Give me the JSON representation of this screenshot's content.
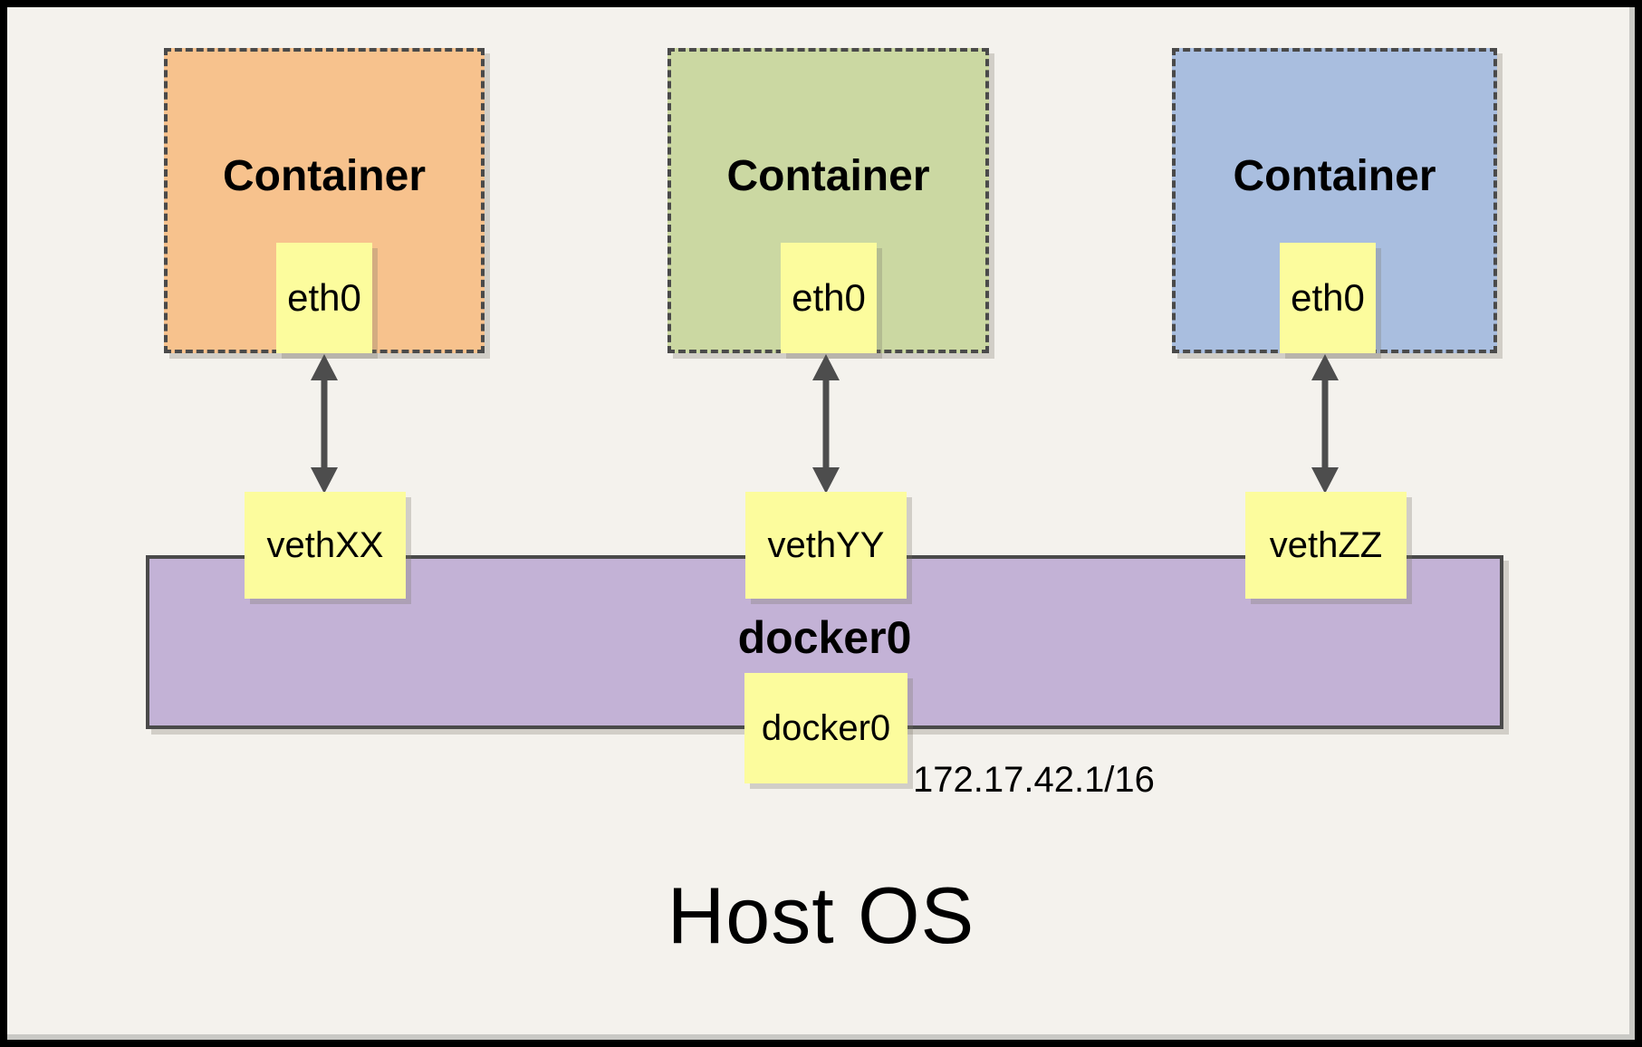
{
  "containers": [
    {
      "label": "Container",
      "interface": "eth0",
      "veth_label": "vethXX",
      "fill": "#F7C28D"
    },
    {
      "label": "Container",
      "interface": "eth0",
      "veth_label": "vethYY",
      "fill": "#CBD8A2"
    },
    {
      "label": "Container",
      "interface": "eth0",
      "veth_label": "vethZZ",
      "fill": "#A9BEDF"
    }
  ],
  "bridge": {
    "label": "docker0",
    "interface_label": "docker0",
    "ip_cidr": "172.17.42.1/16",
    "fill": "#C3B2D6"
  },
  "host_os_label": "Host OS",
  "colors": {
    "background": "#F4F2ED",
    "container_orange": "#F7C28D",
    "container_green": "#CBD8A2",
    "container_blue": "#A9BEDF",
    "interface_note_yellow": "#FCFC9D",
    "bridge_purple": "#C3B2D6",
    "dashed_border_gray": "#4A4A4A",
    "arrow_gray": "#4D4D4D",
    "outer_frame_black": "#000000"
  }
}
